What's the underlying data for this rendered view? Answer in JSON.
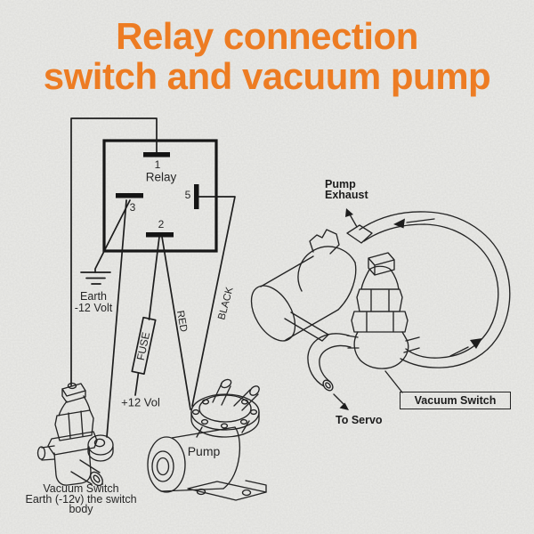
{
  "title": {
    "line1": "Relay connection",
    "line2": "switch and vacuum pump"
  },
  "colors": {
    "title_orange": "#ED7C23",
    "line_ink": "#242424",
    "paper_background": "#EBEBE8"
  },
  "relay": {
    "name": "Relay",
    "terminal_1": "1",
    "terminal_2": "2",
    "terminal_3": "3",
    "terminal_5": "5"
  },
  "wiring": {
    "earth_line1": "Earth",
    "earth_line2": "-12 Volt",
    "fuse": "FUSE",
    "supply": "+12 Vol",
    "red_wire": "RED",
    "black_wire": "BLACK"
  },
  "pump": {
    "label": "Pump"
  },
  "vacuum_switch_caption": {
    "line1": "Vacuum Switch",
    "line2": "Earth (-12v) the switch",
    "line3": "body"
  },
  "assembly": {
    "pump_exhaust_line1": "Pump",
    "pump_exhaust_line2": "Exhaust",
    "to_servo": "To Servo",
    "vacuum_switch": "Vacuum Switch"
  }
}
